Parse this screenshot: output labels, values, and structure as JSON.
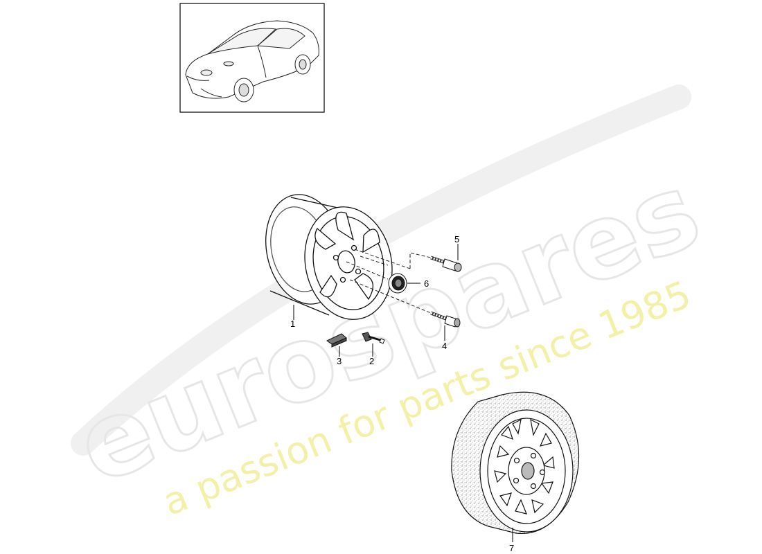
{
  "watermark": {
    "brand": "eurospares",
    "tagline": "a passion for parts since 1985",
    "brand_color": "#e8e8e8",
    "tagline_color": "#f3f0a8"
  },
  "thumbnail": {
    "icon": "car-coupe-icon"
  },
  "callouts": [
    {
      "id": "1",
      "label": "1"
    },
    {
      "id": "2",
      "label": "2"
    },
    {
      "id": "3",
      "label": "3"
    },
    {
      "id": "4",
      "label": "4"
    },
    {
      "id": "5",
      "label": "5"
    },
    {
      "id": "6",
      "label": "6"
    },
    {
      "id": "7",
      "label": "7"
    }
  ],
  "parts": [
    {
      "callout": "1",
      "icon": "alloy-wheel-rim-icon"
    },
    {
      "callout": "2",
      "icon": "tire-valve-icon"
    },
    {
      "callout": "3",
      "icon": "balance-weight-icon"
    },
    {
      "callout": "4",
      "icon": "wheel-bolt-icon"
    },
    {
      "callout": "5",
      "icon": "locking-wheel-bolt-icon"
    },
    {
      "callout": "6",
      "icon": "hub-cap-emblem-icon"
    },
    {
      "callout": "7",
      "icon": "spare-wheel-icon"
    }
  ]
}
